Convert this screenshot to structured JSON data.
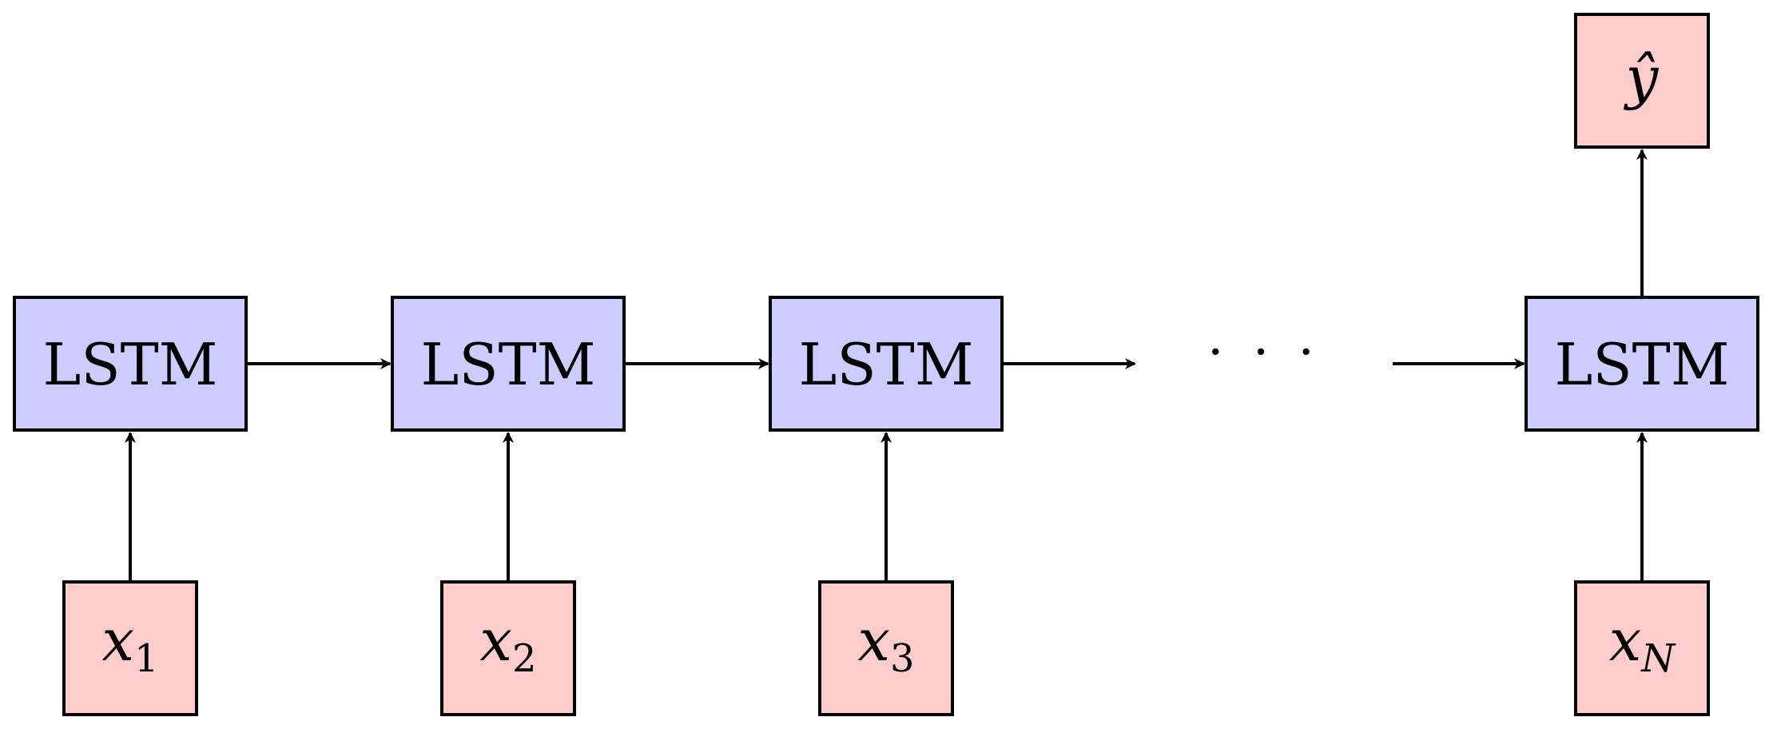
{
  "diagram": {
    "cells": [
      {
        "label": "LSTM"
      },
      {
        "label": "LSTM"
      },
      {
        "label": "LSTM"
      },
      {
        "label": "LSTM"
      }
    ],
    "inputs": [
      {
        "base": "x",
        "sub": "1"
      },
      {
        "base": "x",
        "sub": "2"
      },
      {
        "base": "x",
        "sub": "3"
      },
      {
        "base": "x",
        "sub": "N"
      }
    ],
    "ellipsis": "· · ·",
    "output": {
      "label": "ŷ"
    }
  },
  "colors": {
    "lstm_fill": "#ccccff",
    "io_fill": "#ffcccc",
    "stroke": "#000000"
  }
}
